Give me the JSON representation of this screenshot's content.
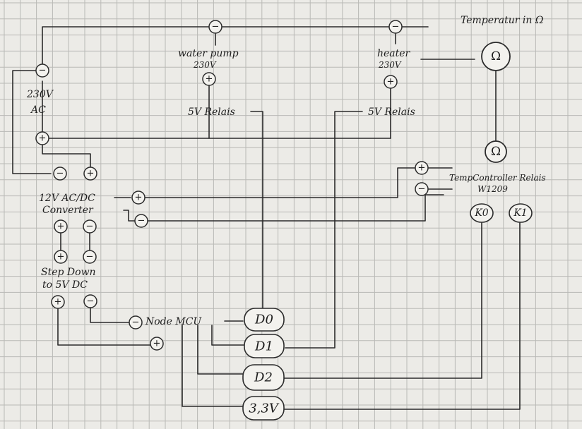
{
  "title": "Temperatur in Ω",
  "symbols": {
    "minus": "⊖",
    "plus": "⊕",
    "ohm": "Ω"
  },
  "labels": {
    "ac_line1": "230V",
    "ac_line2": "AC",
    "water_pump_line1": "water pump",
    "water_pump_line2": "230V",
    "heater_line1": "heater",
    "heater_line2": "230V",
    "relais_left": "5V Relais",
    "relais_right": "5V Relais",
    "converter_line1": "12V AC/DC",
    "converter_line2": "Converter",
    "stepdown_line1": "Step Down",
    "stepdown_line2": "to 5V DC",
    "nodemcu": "Node MCU",
    "tempcontroller_line1": "TempController Relais",
    "tempcontroller_line2": "W1209"
  },
  "pins": {
    "d0": "D0",
    "d1": "D1",
    "d2": "D2",
    "v33": "3,3V",
    "k0": "K0",
    "k1": "K1"
  }
}
